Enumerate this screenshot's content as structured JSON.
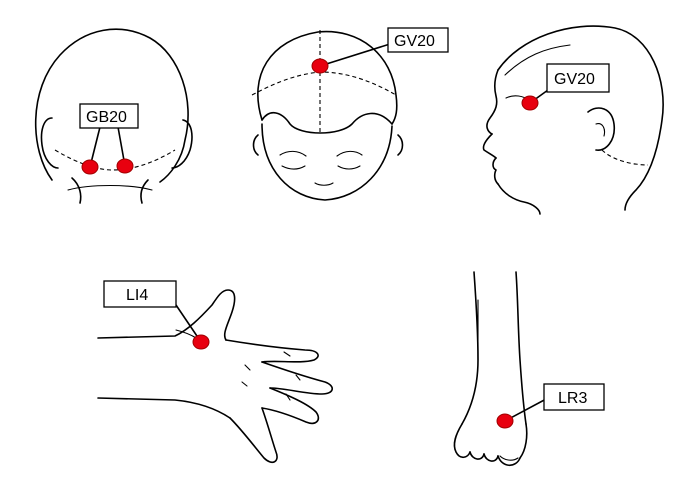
{
  "points": {
    "gb20": {
      "label": "GB20"
    },
    "gv20_top": {
      "label": "GV20"
    },
    "gv20_side": {
      "label": "GV20"
    },
    "li4": {
      "label": "LI4"
    },
    "lr3": {
      "label": "LR3"
    }
  },
  "colors": {
    "acupoint": "#e8000f",
    "acupoint_stroke": "#a00000",
    "line": "#000000"
  }
}
